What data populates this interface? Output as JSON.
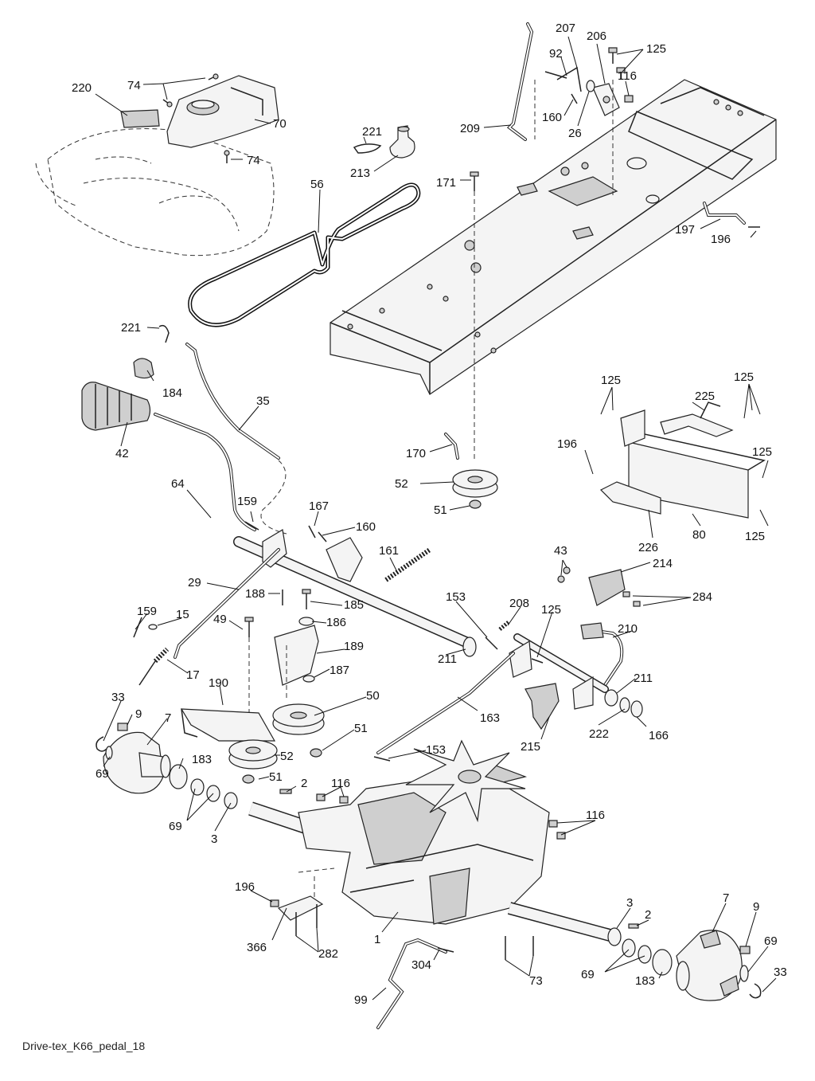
{
  "caption": "Drive-tex_K66_pedal_18",
  "labels": [
    {
      "id": "220",
      "text": "220"
    },
    {
      "id": "74a",
      "text": "74"
    },
    {
      "id": "70",
      "text": "70"
    },
    {
      "id": "74b",
      "text": "74"
    },
    {
      "id": "221a",
      "text": "221"
    },
    {
      "id": "213",
      "text": "213"
    },
    {
      "id": "56",
      "text": "56"
    },
    {
      "id": "209",
      "text": "209"
    },
    {
      "id": "207",
      "text": "207"
    },
    {
      "id": "92",
      "text": "92"
    },
    {
      "id": "206",
      "text": "206"
    },
    {
      "id": "125a",
      "text": "125"
    },
    {
      "id": "116a",
      "text": "116"
    },
    {
      "id": "160a",
      "text": "160"
    },
    {
      "id": "26",
      "text": "26"
    },
    {
      "id": "171",
      "text": "171"
    },
    {
      "id": "197",
      "text": "197"
    },
    {
      "id": "196a",
      "text": "196"
    },
    {
      "id": "221b",
      "text": "221"
    },
    {
      "id": "184",
      "text": "184"
    },
    {
      "id": "35",
      "text": "35"
    },
    {
      "id": "42",
      "text": "42"
    },
    {
      "id": "170",
      "text": "170"
    },
    {
      "id": "52a",
      "text": "52"
    },
    {
      "id": "51a",
      "text": "51"
    },
    {
      "id": "125b",
      "text": "125"
    },
    {
      "id": "125c",
      "text": "125"
    },
    {
      "id": "225",
      "text": "225"
    },
    {
      "id": "196b",
      "text": "196"
    },
    {
      "id": "125d",
      "text": "125"
    },
    {
      "id": "125e",
      "text": "125"
    },
    {
      "id": "80",
      "text": "80"
    },
    {
      "id": "226",
      "text": "226"
    },
    {
      "id": "64",
      "text": "64"
    },
    {
      "id": "159a",
      "text": "159"
    },
    {
      "id": "167",
      "text": "167"
    },
    {
      "id": "160b",
      "text": "160"
    },
    {
      "id": "161",
      "text": "161"
    },
    {
      "id": "43",
      "text": "43"
    },
    {
      "id": "214",
      "text": "214"
    },
    {
      "id": "284",
      "text": "284"
    },
    {
      "id": "29",
      "text": "29"
    },
    {
      "id": "188",
      "text": "188"
    },
    {
      "id": "185",
      "text": "185"
    },
    {
      "id": "153a",
      "text": "153"
    },
    {
      "id": "208",
      "text": "208"
    },
    {
      "id": "125f",
      "text": "125"
    },
    {
      "id": "210",
      "text": "210"
    },
    {
      "id": "159b",
      "text": "159"
    },
    {
      "id": "15",
      "text": "15"
    },
    {
      "id": "49",
      "text": "49"
    },
    {
      "id": "186",
      "text": "186"
    },
    {
      "id": "189",
      "text": "189"
    },
    {
      "id": "211a",
      "text": "211"
    },
    {
      "id": "187",
      "text": "187"
    },
    {
      "id": "17",
      "text": "17"
    },
    {
      "id": "211b",
      "text": "211"
    },
    {
      "id": "190",
      "text": "190"
    },
    {
      "id": "50",
      "text": "50"
    },
    {
      "id": "33a",
      "text": "33"
    },
    {
      "id": "9a",
      "text": "9"
    },
    {
      "id": "7a",
      "text": "7"
    },
    {
      "id": "163",
      "text": "163"
    },
    {
      "id": "222",
      "text": "222"
    },
    {
      "id": "166",
      "text": "166"
    },
    {
      "id": "51b",
      "text": "51"
    },
    {
      "id": "215",
      "text": "215"
    },
    {
      "id": "183a",
      "text": "183"
    },
    {
      "id": "52b",
      "text": "52"
    },
    {
      "id": "153b",
      "text": "153"
    },
    {
      "id": "69a",
      "text": "69"
    },
    {
      "id": "51c",
      "text": "51"
    },
    {
      "id": "2a",
      "text": "2"
    },
    {
      "id": "116b",
      "text": "116"
    },
    {
      "id": "69b",
      "text": "69"
    },
    {
      "id": "3a",
      "text": "3"
    },
    {
      "id": "116c",
      "text": "116"
    },
    {
      "id": "196c",
      "text": "196"
    },
    {
      "id": "3b",
      "text": "3"
    },
    {
      "id": "2b",
      "text": "2"
    },
    {
      "id": "7b",
      "text": "7"
    },
    {
      "id": "9b",
      "text": "9"
    },
    {
      "id": "1",
      "text": "1"
    },
    {
      "id": "69c",
      "text": "69"
    },
    {
      "id": "366",
      "text": "366"
    },
    {
      "id": "282",
      "text": "282"
    },
    {
      "id": "304",
      "text": "304"
    },
    {
      "id": "73",
      "text": "73"
    },
    {
      "id": "69d",
      "text": "69"
    },
    {
      "id": "183b",
      "text": "183"
    },
    {
      "id": "33b",
      "text": "33"
    },
    {
      "id": "99",
      "text": "99"
    }
  ]
}
